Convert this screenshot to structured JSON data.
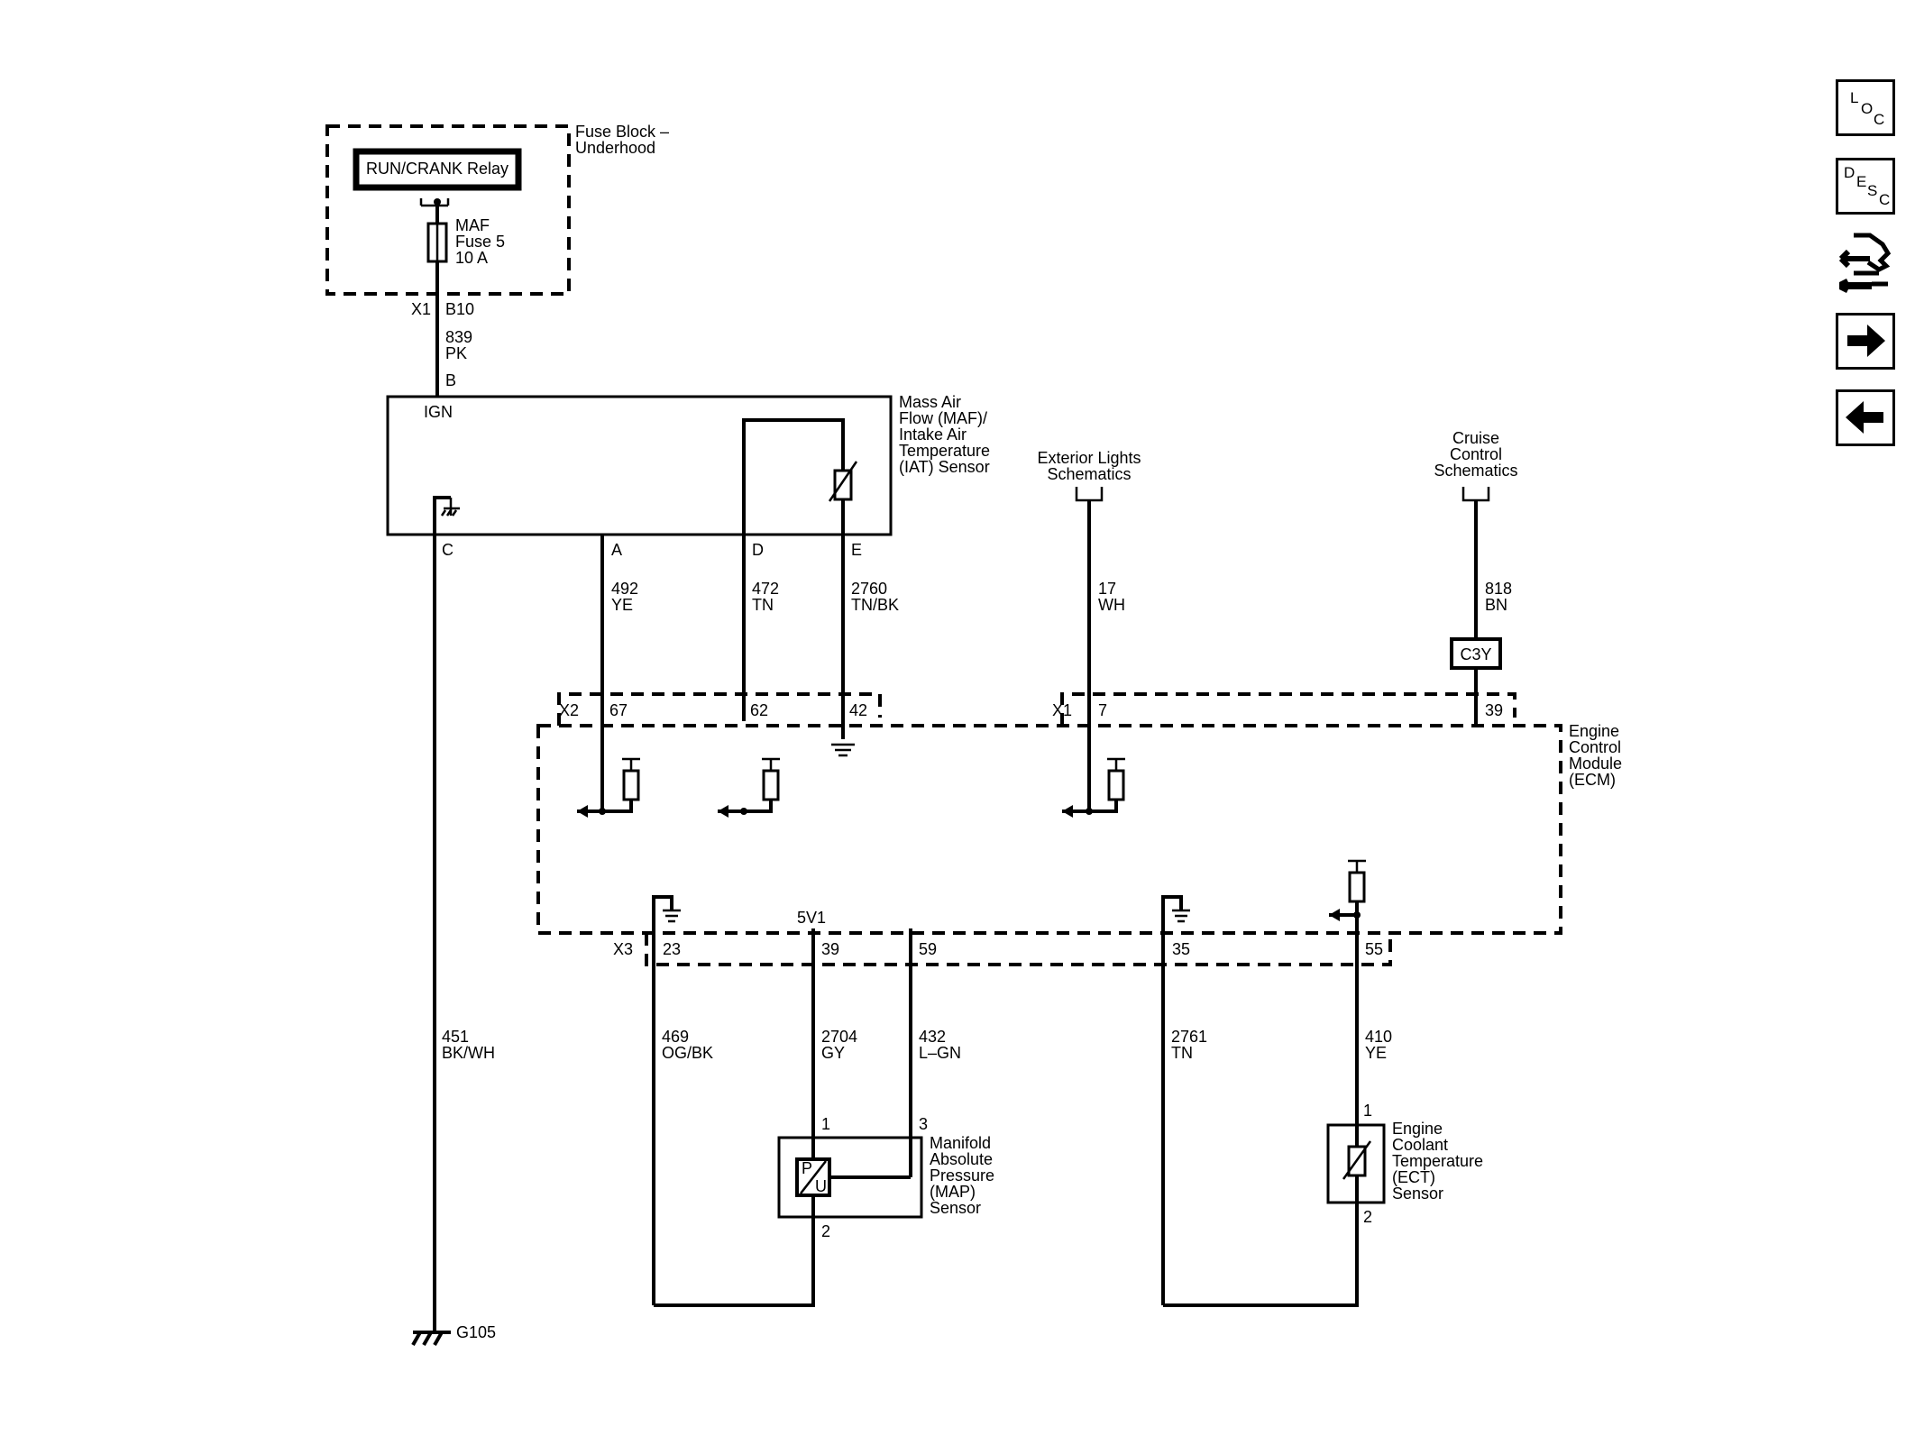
{
  "nav": {
    "loc": {
      "l1": "L",
      "l2": "O",
      "l3": "C"
    },
    "desc": {
      "l1": "D",
      "l2": "E",
      "l3": "S",
      "l4": "C"
    }
  },
  "fuse_block": {
    "label1": "Fuse Block –",
    "label2": "Underhood",
    "relay": "RUN/CRANK Relay",
    "fuse1": "MAF",
    "fuse2": "Fuse 5",
    "fuse3": "10 A",
    "conn": "X1",
    "pin": "B10"
  },
  "maf_sensor": {
    "l1": "Mass Air",
    "l2": "Flow (MAF)/",
    "l3": "Intake Air",
    "l4": "Temperature",
    "l5": "(IAT) Sensor",
    "ign": "IGN",
    "pins": {
      "B": "B",
      "C": "C",
      "A": "A",
      "D": "D",
      "E": "E"
    }
  },
  "wires": {
    "w839": {
      "num": "839",
      "color": "PK"
    },
    "w492": {
      "num": "492",
      "color": "YE"
    },
    "w472": {
      "num": "472",
      "color": "TN"
    },
    "w2760": {
      "num": "2760",
      "color": "TN/BK"
    },
    "w17": {
      "num": "17",
      "color": "WH"
    },
    "w818": {
      "num": "818",
      "color": "BN"
    },
    "w451": {
      "num": "451",
      "color": "BK/WH"
    },
    "w469": {
      "num": "469",
      "color": "OG/BK"
    },
    "w2704": {
      "num": "2704",
      "color": "GY"
    },
    "w432": {
      "num": "432",
      "color": "L–GN"
    },
    "w2761": {
      "num": "2761",
      "color": "TN"
    },
    "w410": {
      "num": "410",
      "color": "YE"
    }
  },
  "ext_lights": {
    "l1": "Exterior Lights",
    "l2": "Schematics"
  },
  "cruise": {
    "l1": "Cruise",
    "l2": "Control",
    "l3": "Schematics"
  },
  "c3y": "C3Y",
  "ecm": {
    "l1": "Engine",
    "l2": "Control",
    "l3": "Module",
    "l4": "(ECM)",
    "x2": "X2",
    "p67": "67",
    "p62": "62",
    "p42": "42",
    "x1": "X1",
    "p7": "7",
    "p39a": "39",
    "x3": "X3",
    "p23": "23",
    "p39b": "39",
    "p59": "59",
    "p35": "35",
    "p55": "55",
    "v5": "5V1"
  },
  "map_sensor": {
    "l1": "Manifold",
    "l2": "Absolute",
    "l3": "Pressure",
    "l4": "(MAP)",
    "l5": "Sensor",
    "pin1": "1",
    "pin2": "2",
    "pin3": "3",
    "sym_p": "P",
    "sym_u": "U"
  },
  "ect_sensor": {
    "l1": "Engine",
    "l2": "Coolant",
    "l3": "Temperature",
    "l4": "(ECT)",
    "l5": "Sensor",
    "pin1": "1",
    "pin2": "2"
  },
  "ground": "G105"
}
